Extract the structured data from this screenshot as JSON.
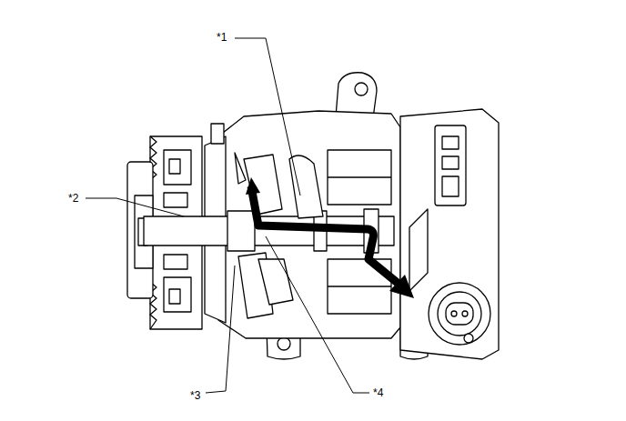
{
  "diagram": {
    "labels": [
      "*1",
      "*2",
      "*3",
      "*4"
    ]
  }
}
